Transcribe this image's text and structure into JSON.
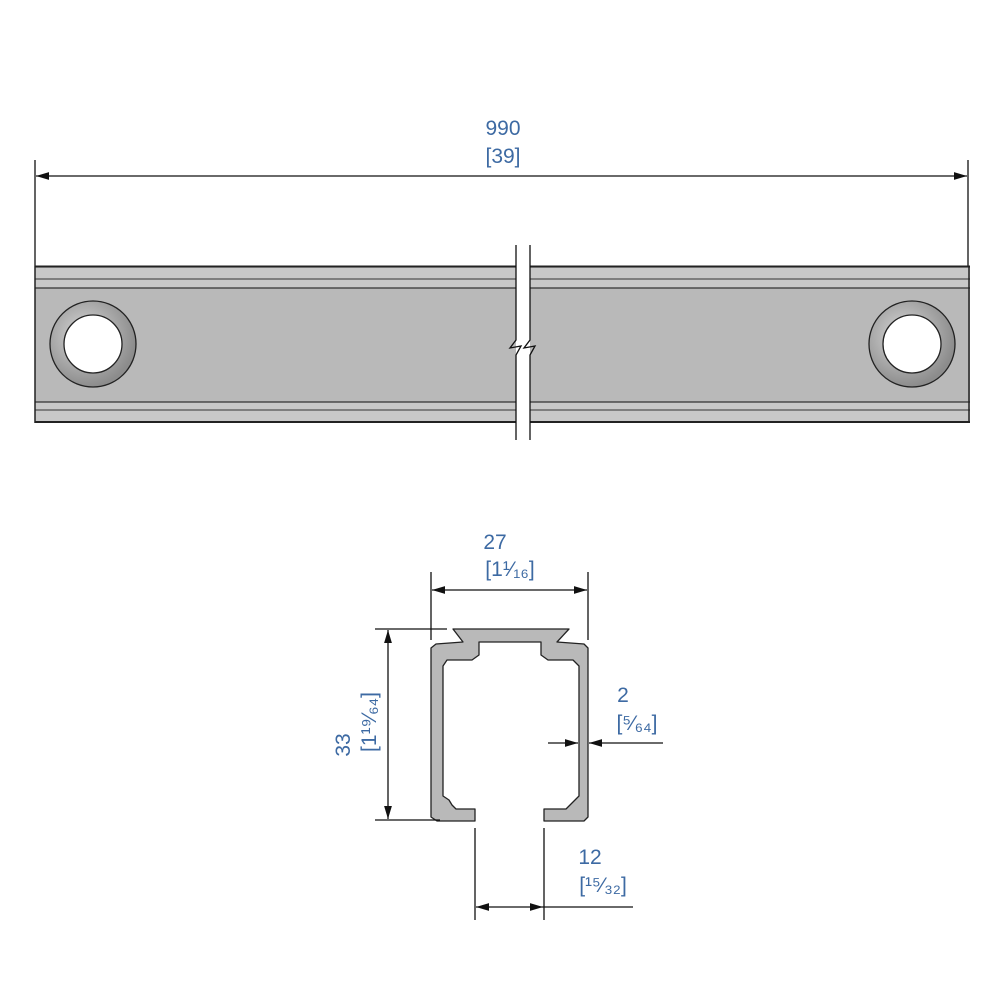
{
  "drawing": {
    "length": {
      "mm": "990",
      "inch": "[39]"
    },
    "width": {
      "mm": "27",
      "inch": "[1¹⁄₁₆]"
    },
    "height": {
      "mm": "33",
      "inch": "[1¹⁹⁄₆₄]"
    },
    "wall": {
      "mm": "2",
      "inch": "[⁵⁄₆₄]"
    },
    "slot": {
      "mm": "12",
      "inch": "[¹⁵⁄₃₂]"
    }
  },
  "colors": {
    "dimension_text": "#3d6aa3",
    "profile_fill": "#b9b9b9"
  }
}
